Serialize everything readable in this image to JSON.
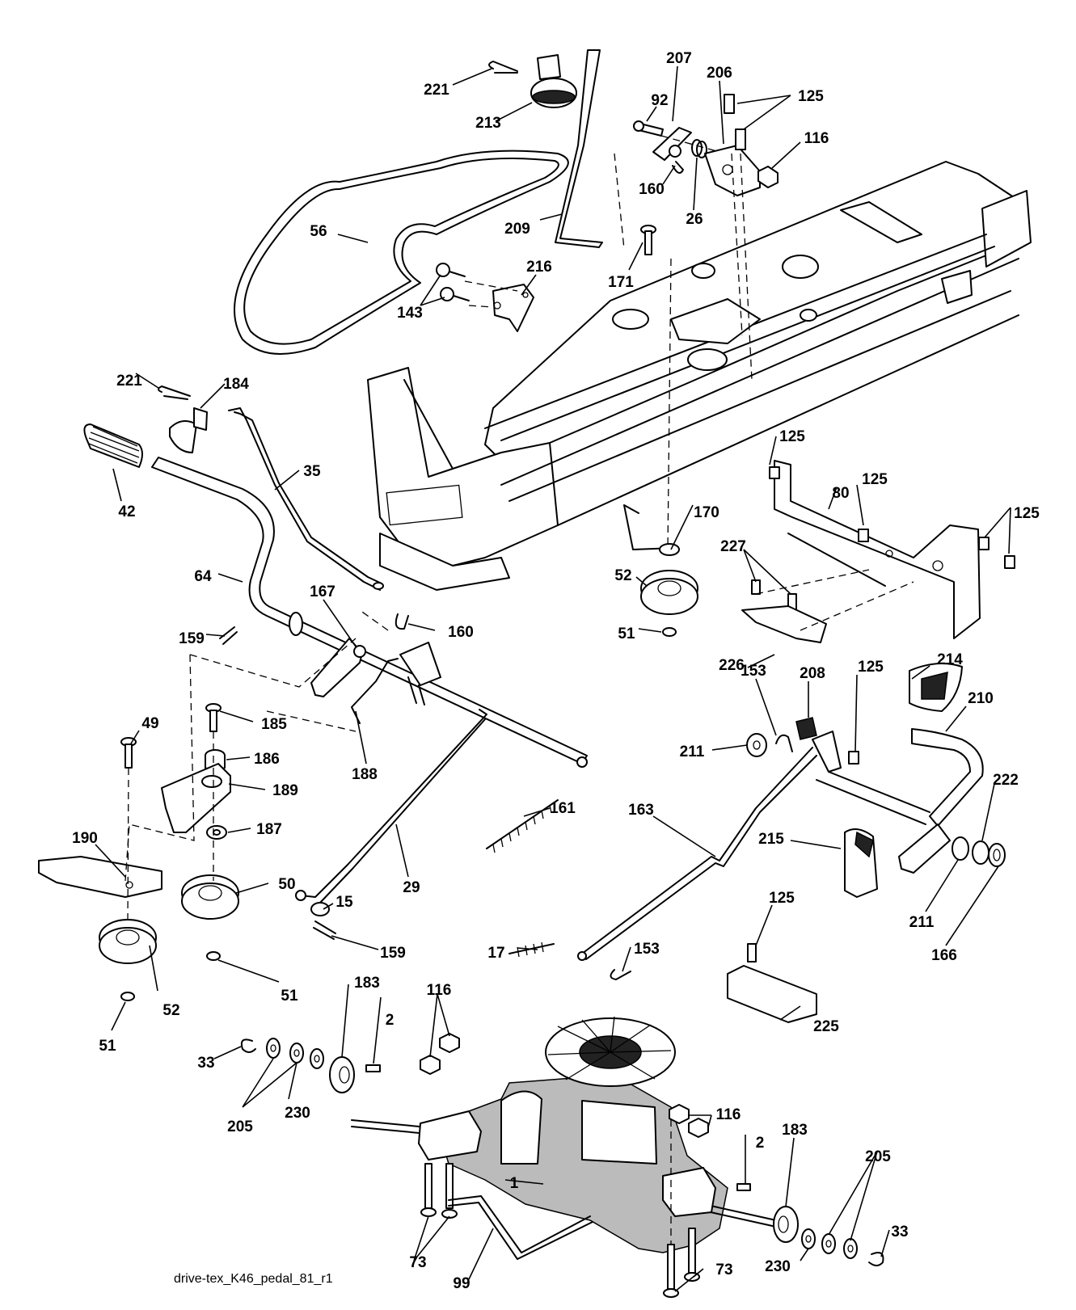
{
  "caption": "drive-tex_K46_pedal_81_r1",
  "labels": [
    {
      "id": "221a",
      "text": "221"
    },
    {
      "id": "213",
      "text": "213"
    },
    {
      "id": "207",
      "text": "207"
    },
    {
      "id": "206",
      "text": "206"
    },
    {
      "id": "125a",
      "text": "125"
    },
    {
      "id": "92",
      "text": "92"
    },
    {
      "id": "116a",
      "text": "116"
    },
    {
      "id": "160a",
      "text": "160"
    },
    {
      "id": "26",
      "text": "26"
    },
    {
      "id": "56",
      "text": "56"
    },
    {
      "id": "209",
      "text": "209"
    },
    {
      "id": "216",
      "text": "216"
    },
    {
      "id": "171",
      "text": "171"
    },
    {
      "id": "143",
      "text": "143"
    },
    {
      "id": "221b",
      "text": "221"
    },
    {
      "id": "184",
      "text": "184"
    },
    {
      "id": "35",
      "text": "35"
    },
    {
      "id": "42",
      "text": "42"
    },
    {
      "id": "125b",
      "text": "125"
    },
    {
      "id": "125c",
      "text": "125"
    },
    {
      "id": "80",
      "text": "80"
    },
    {
      "id": "125d",
      "text": "125"
    },
    {
      "id": "170",
      "text": "170"
    },
    {
      "id": "227",
      "text": "227"
    },
    {
      "id": "52a",
      "text": "52"
    },
    {
      "id": "64",
      "text": "64"
    },
    {
      "id": "167",
      "text": "167"
    },
    {
      "id": "51a",
      "text": "51"
    },
    {
      "id": "226",
      "text": "226"
    },
    {
      "id": "159a",
      "text": "159"
    },
    {
      "id": "160b",
      "text": "160"
    },
    {
      "id": "214",
      "text": "214"
    },
    {
      "id": "153a",
      "text": "153"
    },
    {
      "id": "208",
      "text": "208"
    },
    {
      "id": "125e",
      "text": "125"
    },
    {
      "id": "210",
      "text": "210"
    },
    {
      "id": "49",
      "text": "49"
    },
    {
      "id": "185",
      "text": "185"
    },
    {
      "id": "211a",
      "text": "211"
    },
    {
      "id": "186",
      "text": "186"
    },
    {
      "id": "188",
      "text": "188"
    },
    {
      "id": "222",
      "text": "222"
    },
    {
      "id": "189",
      "text": "189"
    },
    {
      "id": "163",
      "text": "163"
    },
    {
      "id": "215",
      "text": "215"
    },
    {
      "id": "187",
      "text": "187"
    },
    {
      "id": "161",
      "text": "161"
    },
    {
      "id": "190",
      "text": "190"
    },
    {
      "id": "29",
      "text": "29"
    },
    {
      "id": "211b",
      "text": "211"
    },
    {
      "id": "50",
      "text": "50"
    },
    {
      "id": "166",
      "text": "166"
    },
    {
      "id": "15",
      "text": "15"
    },
    {
      "id": "125f",
      "text": "125"
    },
    {
      "id": "159b",
      "text": "159"
    },
    {
      "id": "17",
      "text": "17"
    },
    {
      "id": "153b",
      "text": "153"
    },
    {
      "id": "51b",
      "text": "51"
    },
    {
      "id": "183a",
      "text": "183"
    },
    {
      "id": "52b",
      "text": "52"
    },
    {
      "id": "225",
      "text": "225"
    },
    {
      "id": "116b",
      "text": "116"
    },
    {
      "id": "2a",
      "text": "2"
    },
    {
      "id": "51c",
      "text": "51"
    },
    {
      "id": "33a",
      "text": "33"
    },
    {
      "id": "230a",
      "text": "230"
    },
    {
      "id": "205a",
      "text": "205"
    },
    {
      "id": "116c",
      "text": "116"
    },
    {
      "id": "183b",
      "text": "183"
    },
    {
      "id": "2b",
      "text": "2"
    },
    {
      "id": "205b",
      "text": "205"
    },
    {
      "id": "1",
      "text": "1"
    },
    {
      "id": "73a",
      "text": "73"
    },
    {
      "id": "33b",
      "text": "33"
    },
    {
      "id": "99",
      "text": "99"
    },
    {
      "id": "230b",
      "text": "230"
    },
    {
      "id": "73b",
      "text": "73"
    }
  ]
}
